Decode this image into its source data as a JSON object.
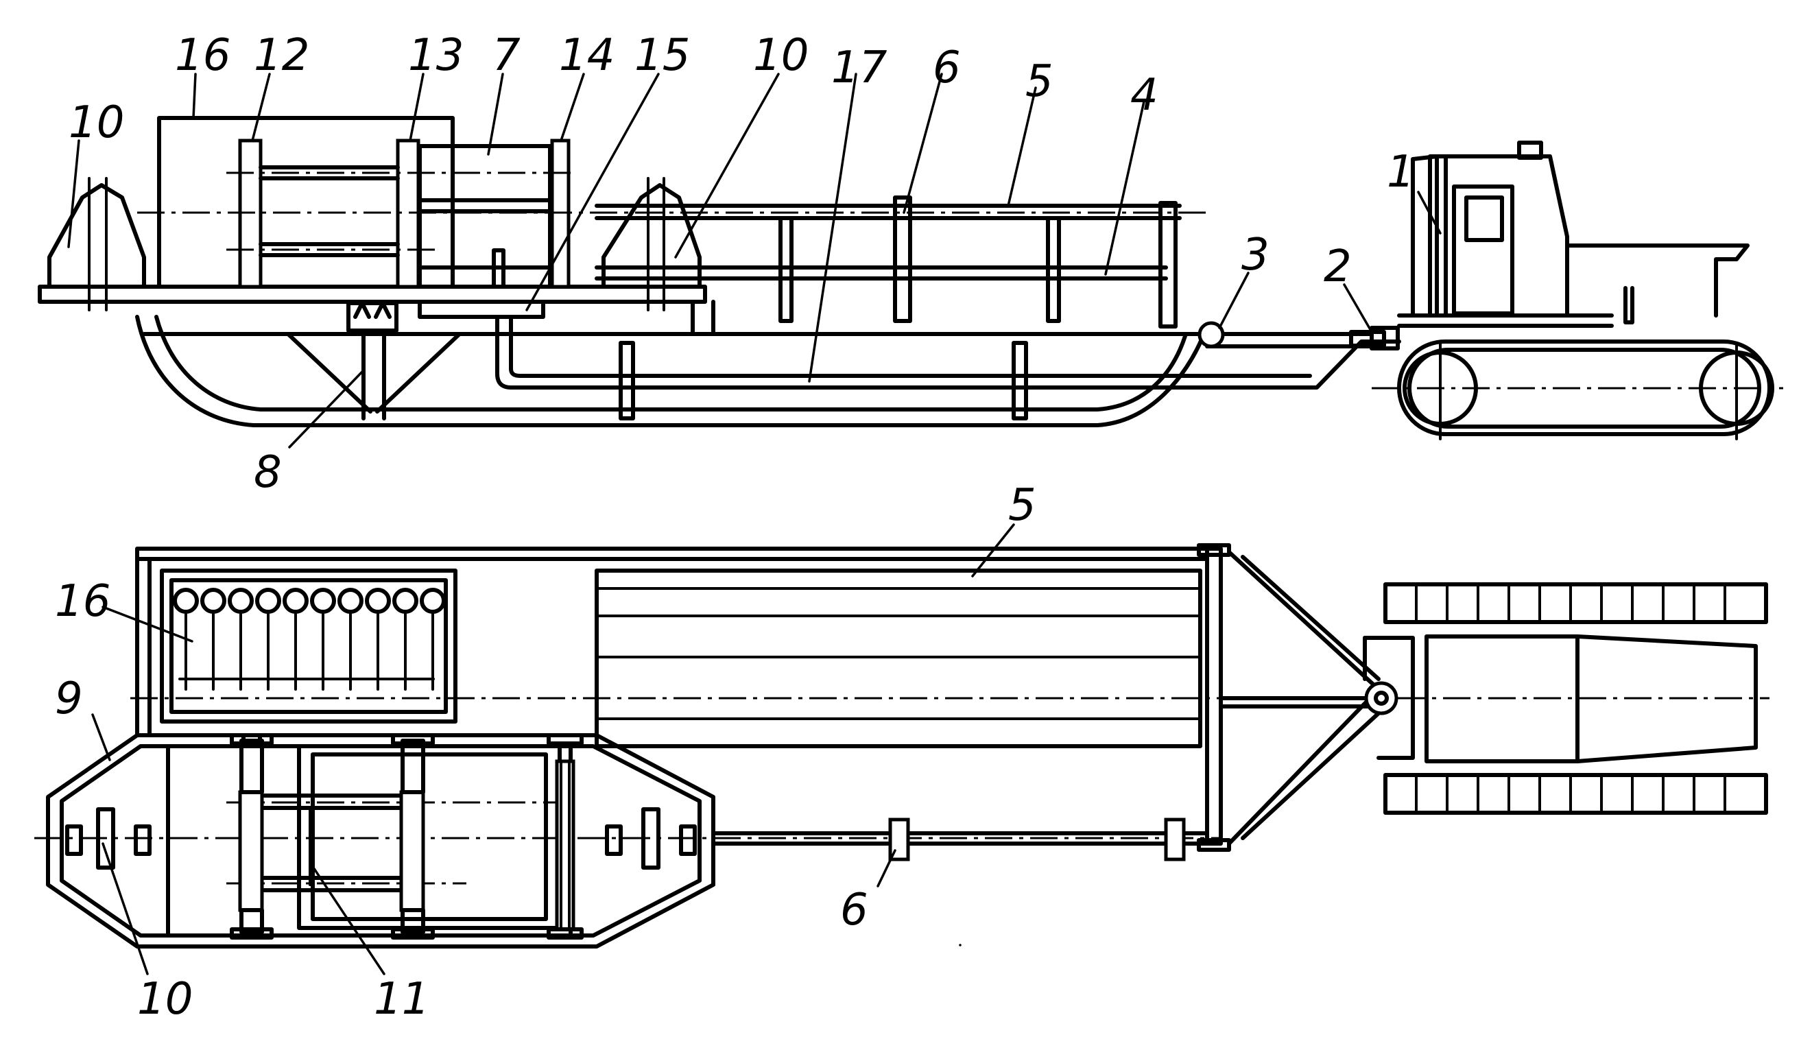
{
  "labels": {
    "side_16": "16",
    "side_12": "12",
    "side_13": "13",
    "side_7": "7",
    "side_14": "14",
    "side_15": "15",
    "side_10_right": "10",
    "side_17": "17",
    "side_6": "6",
    "side_5": "5",
    "side_4": "4",
    "side_10_left": "10",
    "side_1": "1",
    "side_3": "3",
    "side_2": "2",
    "side_8": "8",
    "plan_5": "5",
    "plan_16": "16",
    "plan_9": "9",
    "plan_6": "6",
    "plan_10": "10",
    "plan_11": "11"
  }
}
